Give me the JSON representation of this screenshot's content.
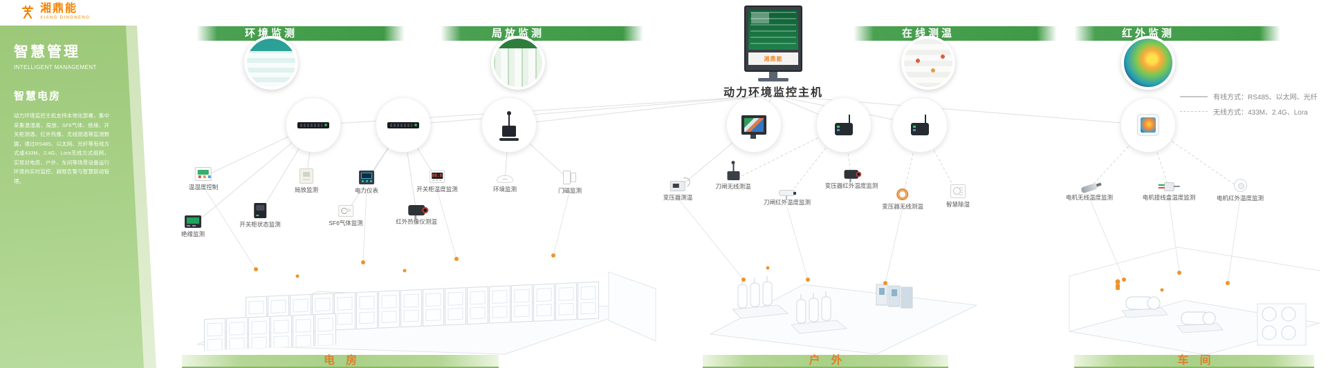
{
  "brand": {
    "name": "湘鼎能",
    "subtitle": "XIANG DINGNENG"
  },
  "sidebar": {
    "title": "智慧管理",
    "subtitle": "INTELLIGENT MANAGEMENT",
    "section": "智慧电房",
    "description": "动力环境监控主机支持本地化部署，集中采集温湿度、局放、SF6气体、绝缘、开关柜测温、红外热像、无线测温等监测数据，通过RS485、以太网、光纤等有线方式或433M、2.4G、Lora无线方式组网，实现对电房、户外、车间等场景设备运行环境的实时监控、越限告警与智慧联动管理。"
  },
  "top_modules": [
    {
      "label": "环境监测"
    },
    {
      "label": "局放监测"
    },
    {
      "label": "在线测温"
    },
    {
      "label": "红外监测"
    }
  ],
  "host": {
    "label": "动力环境监控主机",
    "screen_brand": "湘鼎能"
  },
  "legend": {
    "wired": "有线方式：RS485、以太网、光纤",
    "wireless": "无线方式：433M、2.4G、Lora"
  },
  "zones": [
    {
      "name": "电房",
      "devices": [
        {
          "label": "温湿度控制"
        },
        {
          "label": "绝缘监测"
        },
        {
          "label": "开关柜状态监测"
        },
        {
          "label": "局放监测"
        },
        {
          "label": "SF6气体监测"
        },
        {
          "label": "电力仪表"
        },
        {
          "label": "红外热像仪测温"
        },
        {
          "label": "开关柜温度监测"
        },
        {
          "label": "环境监测"
        },
        {
          "label": "门磁监测"
        }
      ]
    },
    {
      "name": "户外",
      "devices": [
        {
          "label": "变压器测温"
        },
        {
          "label": "刀闸无线测温"
        },
        {
          "label": "刀闸红外温度监测"
        },
        {
          "label": "变压器红外温度监测"
        },
        {
          "label": "变压器无线测温"
        },
        {
          "label": "智慧除湿"
        }
      ]
    },
    {
      "name": "车间",
      "devices": [
        {
          "label": "电机无线温度监测"
        },
        {
          "label": "电机接线盒温度监测"
        },
        {
          "label": "电机红外温度监测"
        }
      ]
    }
  ],
  "colors": {
    "banner_green": "#3f9a46",
    "sidebar_green": "#a2cb80",
    "accent_orange": "#de7f2b",
    "line_gray": "#dcdee1"
  }
}
